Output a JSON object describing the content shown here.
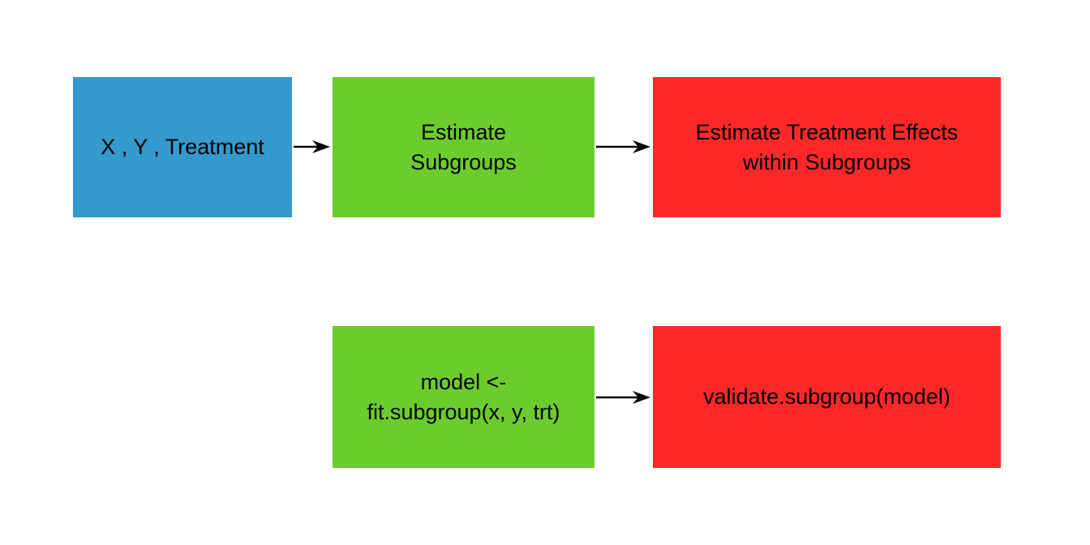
{
  "diagram": {
    "background_color": "#ffffff",
    "text_color": "#000000",
    "arrow_color": "#000000",
    "nodes": [
      {
        "id": "input-data",
        "label": "X , Y , Treatment",
        "color": "#3499cc",
        "row": "top"
      },
      {
        "id": "estimate-subgroups",
        "label": "Estimate\nSubgroups",
        "color": "#6ccc2d",
        "row": "top"
      },
      {
        "id": "estimate-treatment-effects",
        "label": "Estimate Treatment Effects\nwithin Subgroups",
        "color": "#fc2828",
        "row": "top"
      },
      {
        "id": "fit-subgroup",
        "label": "model <-\nfit.subgroup(x, y, trt)",
        "color": "#6ccc2d",
        "row": "bottom"
      },
      {
        "id": "validate-subgroup",
        "label": "validate.subgroup(model)",
        "color": "#fc2828",
        "row": "bottom"
      }
    ],
    "edges": [
      {
        "from": "input-data",
        "to": "estimate-subgroups"
      },
      {
        "from": "estimate-subgroups",
        "to": "estimate-treatment-effects"
      },
      {
        "from": "fit-subgroup",
        "to": "validate-subgroup"
      }
    ]
  }
}
